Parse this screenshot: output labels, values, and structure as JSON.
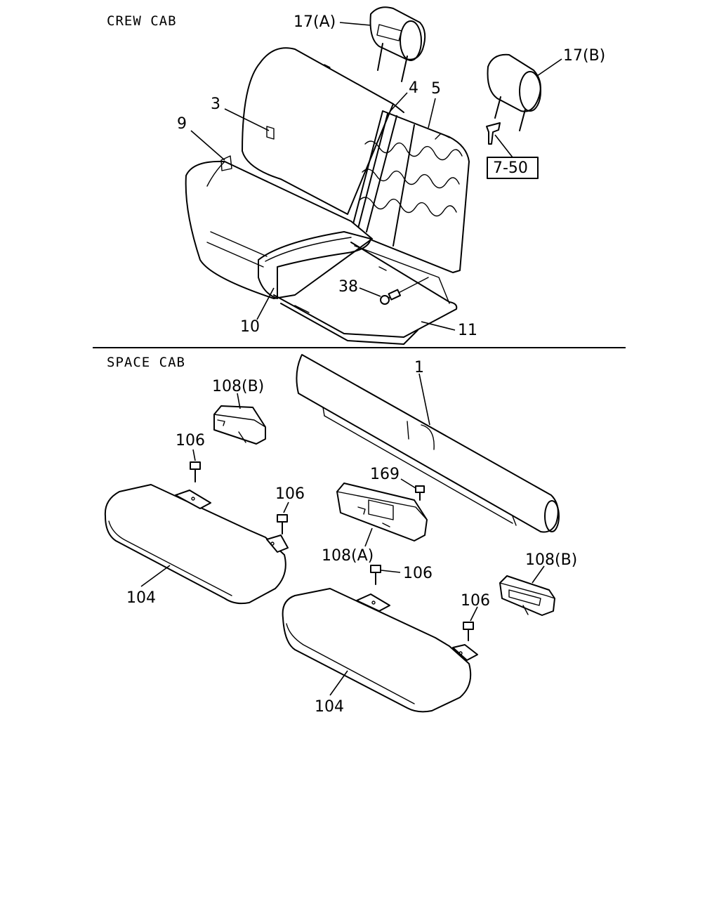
{
  "sections": {
    "crew_cab": "CREW CAB",
    "space_cab": "SPACE CAB"
  },
  "callouts": {
    "c17a": "17(A)",
    "c17b": "17(B)",
    "c4": "4",
    "c5": "5",
    "c3": "3",
    "c9": "9",
    "c7_50": "7-50",
    "c38": "38",
    "c10": "10",
    "c11": "11",
    "c1": "1",
    "c108b_top": "108(B)",
    "c106_a": "106",
    "c106_b": "106",
    "c169": "169",
    "c108a": "108(A)",
    "c106_c": "106",
    "c108b_right": "108(B)",
    "c106_d": "106",
    "c104_left": "104",
    "c104_right": "104"
  }
}
